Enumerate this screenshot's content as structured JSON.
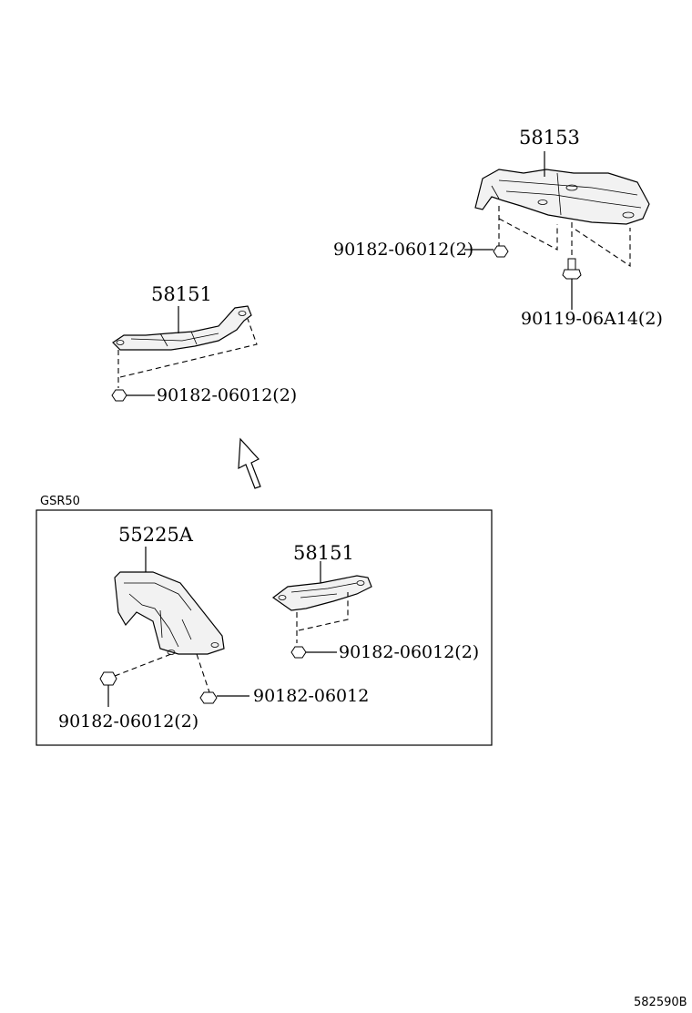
{
  "diagram_id": "582590B",
  "inset": {
    "label": "GSR50"
  },
  "parts": {
    "top_right_shield": {
      "number": "58153"
    },
    "top_right_nut": {
      "label": "90182-06012(2)"
    },
    "top_right_bolt": {
      "label": "90119-06A14(2)"
    },
    "middle_shield": {
      "number": "58151"
    },
    "middle_nut": {
      "label": "90182-06012(2)"
    },
    "inset_shield_a": {
      "number": "55225A"
    },
    "inset_shield_b": {
      "number": "58151"
    },
    "inset_nut_b": {
      "label": "90182-06012(2)"
    },
    "inset_nut_center": {
      "label": "90182-06012"
    },
    "inset_nut_left": {
      "label": "90182-06012(2)"
    }
  }
}
